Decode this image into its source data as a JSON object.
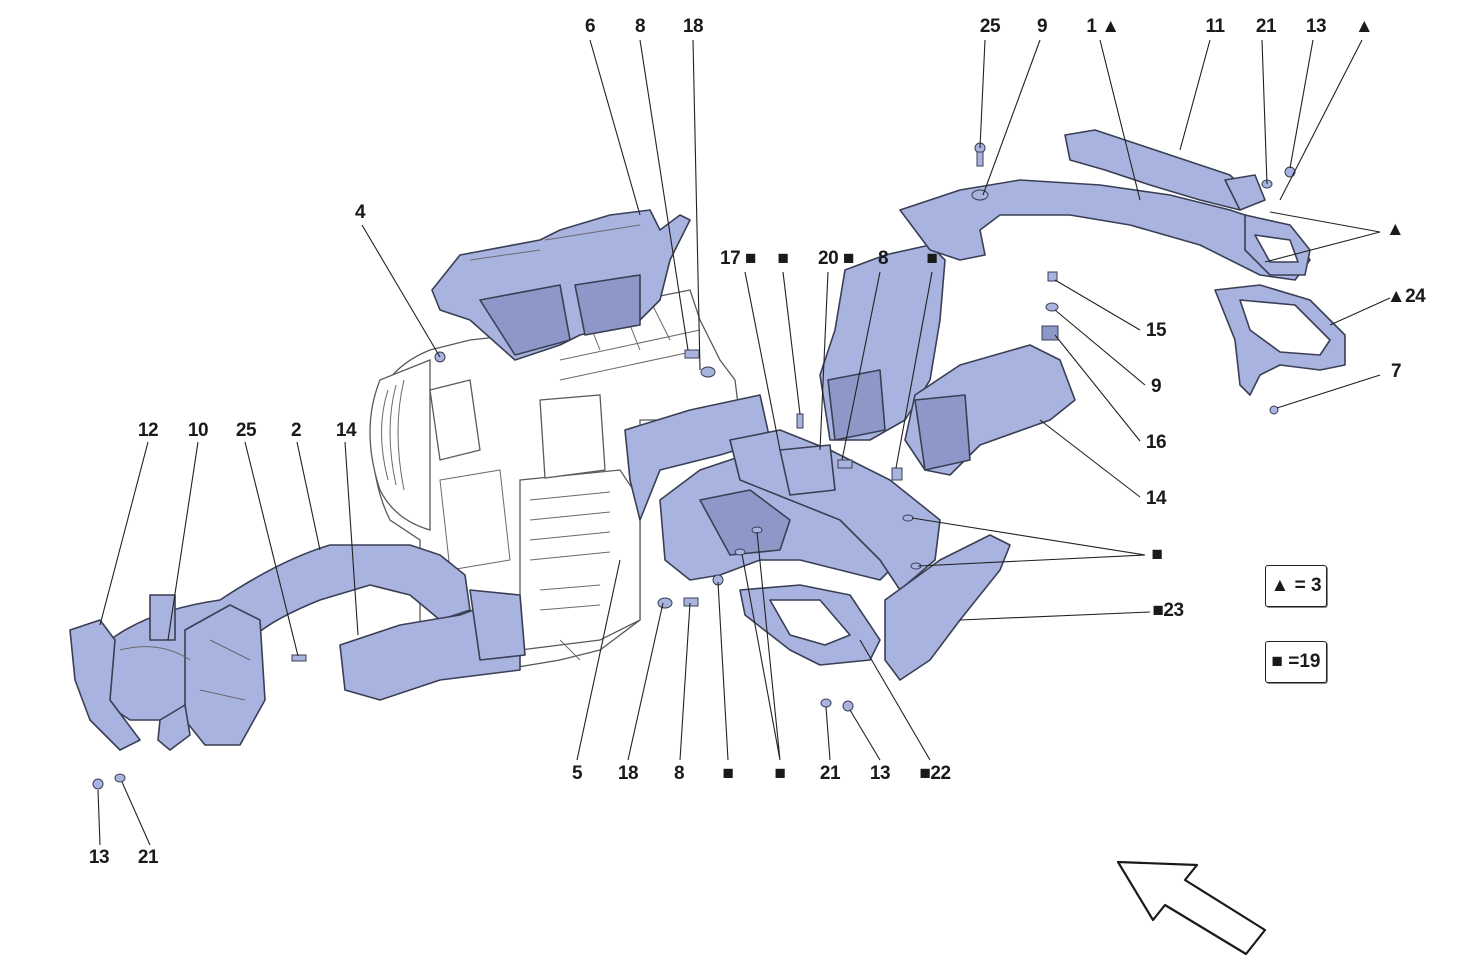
{
  "colors": {
    "part_fill": "#a9b3df",
    "part_stroke": "#3a3f55",
    "line_art": "#5a5a5a",
    "leader": "#222222"
  },
  "labels": {
    "l6": "6",
    "l8_top": "8",
    "l18_top": "18",
    "l25_top": "25",
    "l9_top": "9",
    "l1": "1 ▲",
    "l11": "11",
    "l21_top": "21",
    "l13_top": "13",
    "ltri_top": "▲",
    "l4": "4",
    "l17": "17 ■",
    "lsq_a": "■",
    "l20": "20 ■",
    "l8_mid": "8",
    "lsq_b": "■",
    "ltri_right": "▲",
    "l24": "▲24",
    "l15": "15",
    "l9_right": "9",
    "l7": "7",
    "l16": "16",
    "l14_right": "14",
    "l12": "12",
    "l10": "10",
    "l25_left": "25",
    "l2": "2",
    "l14_left": "14",
    "lsq_right": "■",
    "l23": "■23",
    "l5": "5",
    "l18_bot": "18",
    "l8_bot": "8",
    "lsq_c": "■",
    "lsq_d": "■",
    "l21_bot": "21",
    "l13_bot": "13",
    "l22": "■22",
    "l13_left": "13",
    "l21_left": "21"
  },
  "legend": {
    "triangle": "▲ = 3",
    "square": "■ =19"
  },
  "icons": {
    "direction": "arrow-icon"
  }
}
